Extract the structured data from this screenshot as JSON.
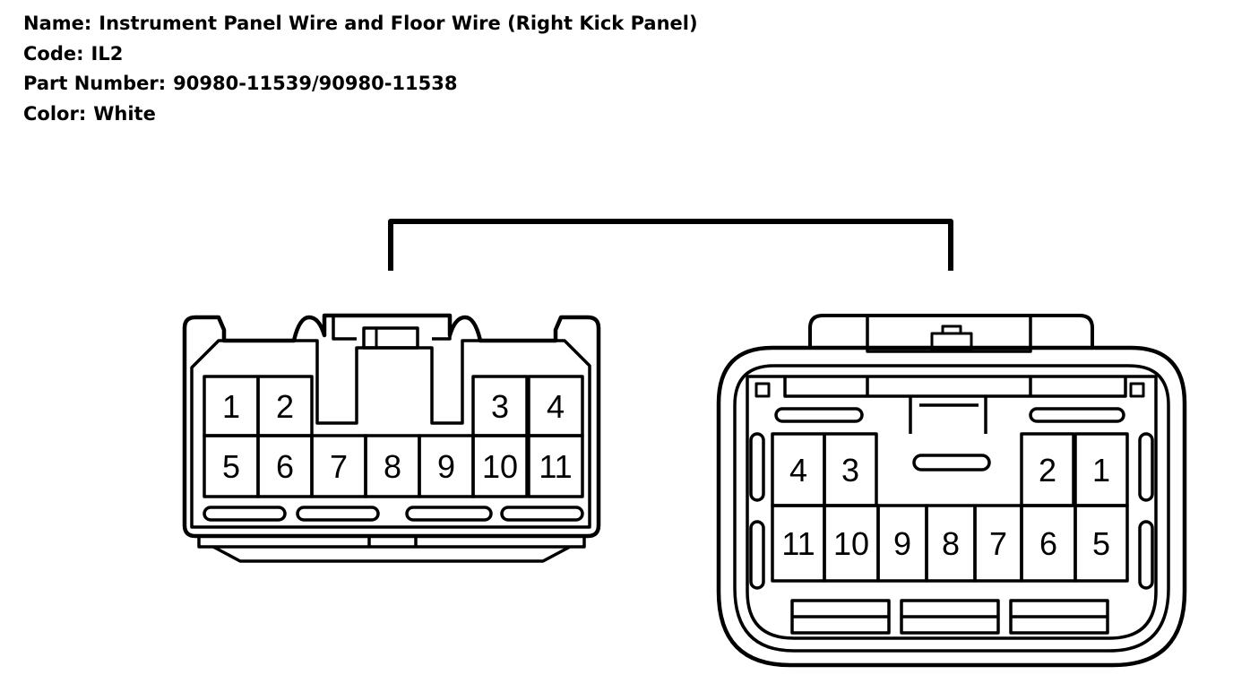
{
  "info": {
    "name_label": "Name:",
    "name_value": "Instrument Panel Wire and Floor Wire (Right Kick Panel)",
    "code_label": "Code:",
    "code_value": "IL2",
    "part_label": "Part Number:",
    "part_value": "90980-11539/90980-11538",
    "color_label": "Color:",
    "color_value": "White"
  },
  "left_connector": {
    "top_row": [
      "1",
      "2",
      "3",
      "4"
    ],
    "bottom_row": [
      "5",
      "6",
      "7",
      "8",
      "9",
      "10",
      "11"
    ]
  },
  "right_connector": {
    "top_row": [
      "4",
      "3",
      "2",
      "1"
    ],
    "bottom_row": [
      "11",
      "10",
      "9",
      "8",
      "7",
      "6",
      "5"
    ]
  }
}
